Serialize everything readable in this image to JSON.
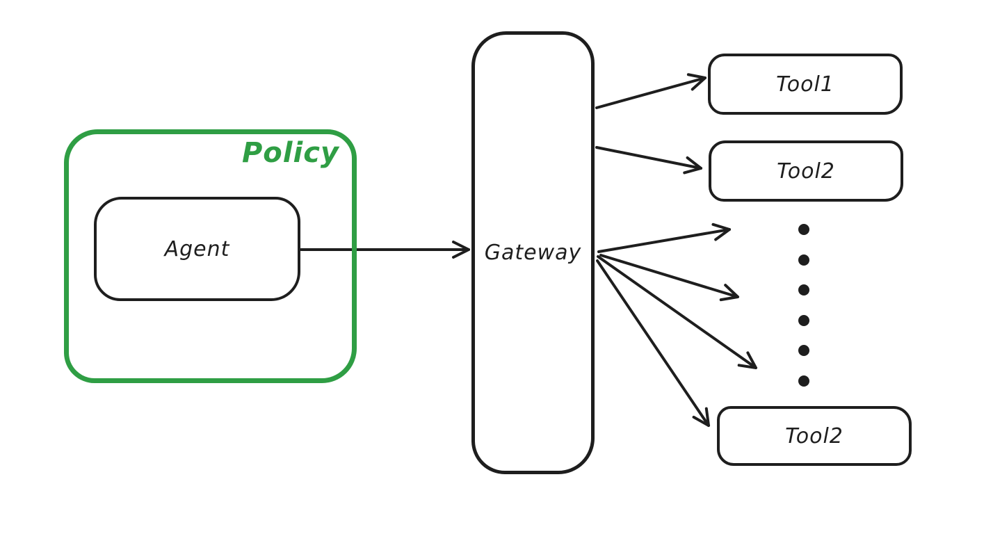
{
  "diagram": {
    "policy": {
      "label": "Policy"
    },
    "agent": {
      "label": "Agent"
    },
    "gateway": {
      "label": "Gateway"
    },
    "tools": [
      {
        "label": "Tool1"
      },
      {
        "label": "Tool2"
      },
      {
        "label": "Tool2"
      }
    ],
    "ellipsis_dot_count": 6,
    "colors": {
      "policy_green": "#2f9e44",
      "ink_black": "#1e1e1e",
      "background": "#ffffff"
    }
  }
}
